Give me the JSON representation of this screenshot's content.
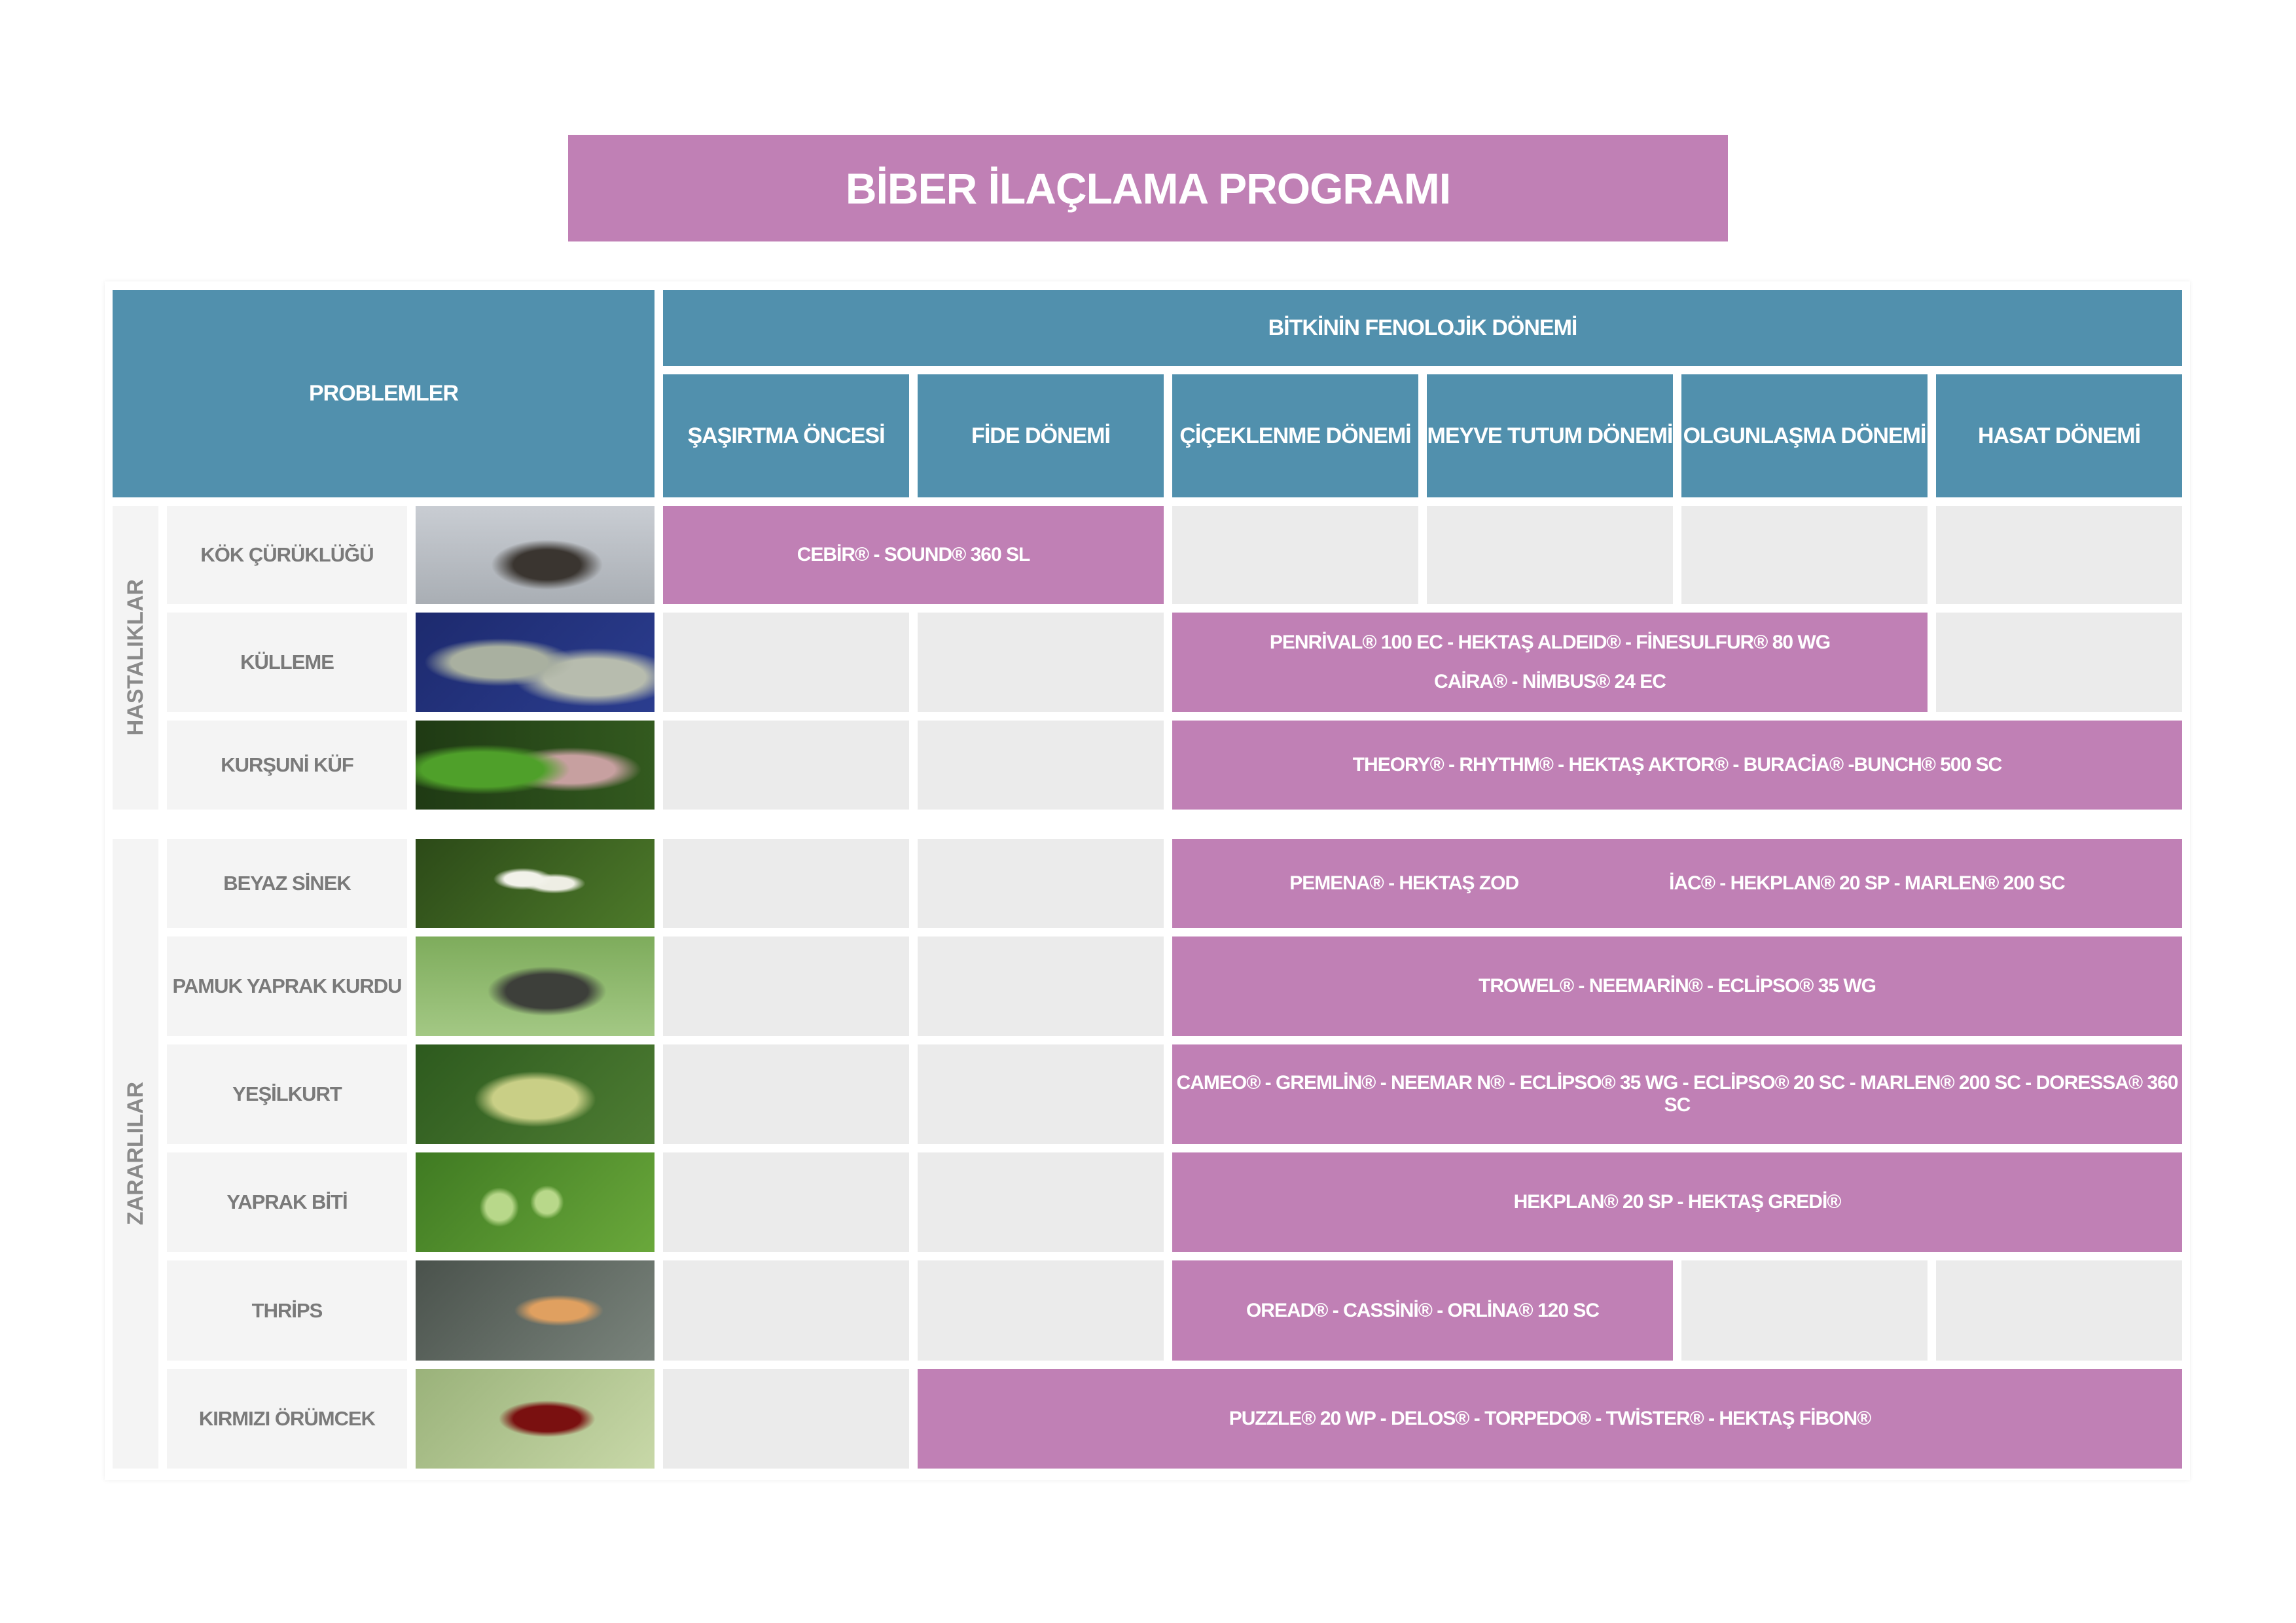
{
  "title": "BİBER İLAÇLAMA PROGRAMI",
  "header": {
    "problems": "PROBLEMLER",
    "phenology": "BİTKİNİN FENOLOJİK DÖNEMİ",
    "stages": [
      "ŞAŞIRTMA ÖNCESİ",
      "FİDE DÖNEMİ",
      "ÇİÇEKLENME DÖNEMİ",
      "MEYVE TUTUM DÖNEMİ",
      "OLGUNLAŞMA DÖNEMİ",
      "HASAT DÖNEMİ"
    ]
  },
  "categories": {
    "diseases": "HASTALIKLAR",
    "pests": "ZARARLILAR"
  },
  "rows": [
    {
      "problem": "KÖK ÇÜRÜKLÜĞÜ",
      "products": [
        "CEBİR® -  SOUND® 360 SL"
      ]
    },
    {
      "problem": "KÜLLEME",
      "products": [
        "PENRİVAL® 100 EC -  HEKTAŞ ALDEID® -  FİNESULFUR® 80 WG",
        "CAİRA® -  NİMBUS® 24 EC"
      ]
    },
    {
      "problem": "KURŞUNİ KÜF",
      "products": [
        "THEORY® -  RHYTHM® -  HEKTAŞ AKTOR® -  BURACİA® -BUNCH® 500 SC"
      ]
    },
    {
      "problem": "BEYAZ SİNEK",
      "products": [
        "PEMENA® - HEKTAŞ ZOD",
        "İAC® -  HEKPLAN® 20 SP - MARLEN® 200 SC"
      ]
    },
    {
      "problem": "PAMUK YAPRAK KURDU",
      "products": [
        "TROWEL® -  NEEMARİN® - ECLİPSO® 35 WG"
      ]
    },
    {
      "problem": "YEŞİLKURT",
      "products": [
        "CAMEO® -  GREMLİN® -  NEEMAR  N® - ECLİPSO® 35 WG - ECLİPSO® 20 SC - MARLEN® 200 SC - DORESSA® 360 SC"
      ]
    },
    {
      "problem": "YAPRAK BİTİ",
      "products": [
        "HEKPLAN® 20 SP - HEKTAŞ GREDİ®"
      ]
    },
    {
      "problem": "THRİPS",
      "products": [
        "OREAD® - CASSİNİ® - ORLİNA® 120 SC"
      ]
    },
    {
      "problem": "KIRMIZI ÖRÜMCEK",
      "products": [
        "PUZZLE® 20 WP  -  DELOS® -    TORPEDO®  -  TWİSTER® - HEKTAŞ FİBON®"
      ]
    }
  ],
  "colors": {
    "header": "#5190ad",
    "program": "#c080b5",
    "empty": "#ebebeb",
    "label": "#f4f4f4"
  }
}
